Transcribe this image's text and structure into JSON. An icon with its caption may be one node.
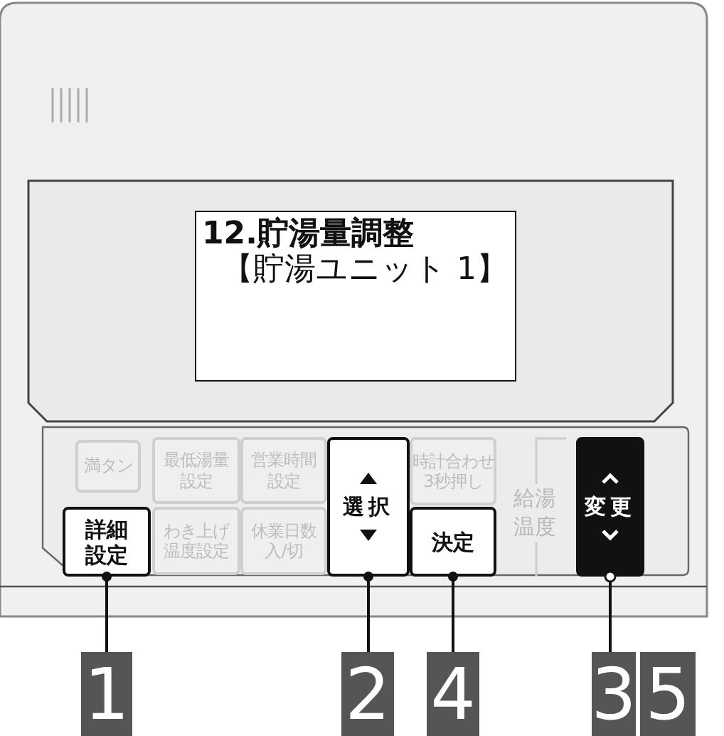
{
  "diagram": {
    "nodes": [
      {
        "text": [
          "12.貯湯量調整",
          "【貯湯ユニット 1】"
        ]
      },
      {
        "text": [
          "満タン"
        ]
      },
      {
        "text": [
          "最低湯量設定"
        ]
      },
      {
        "text": [
          "営業時間設定"
        ]
      },
      {
        "text": [
          "時計合わせ3秒押し"
        ]
      },
      {
        "text": [
          "詳細設定"
        ]
      },
      {
        "text": [
          "わき上げ温度設定"
        ]
      },
      {
        "text": [
          "休業日数入/切"
        ]
      },
      {
        "text": [
          "選択"
        ]
      },
      {
        "text": [
          "決定"
        ]
      },
      {
        "text": [
          "変更"
        ]
      },
      {
        "text": [
          "1"
        ]
      },
      {
        "text": [
          "2"
        ]
      },
      {
        "text": [
          "4"
        ]
      },
      {
        "text": [
          "3"
        ]
      },
      {
        "text": [
          "5"
        ]
      }
    ],
    "edges": [
      {
        "from": 11,
        "to": 5,
        "arrow": "other"
      },
      {
        "from": 12,
        "to": 8,
        "arrow": "other"
      },
      {
        "from": 13,
        "to": 9,
        "arrow": "other"
      },
      {
        "from": 14,
        "to": 10,
        "arrow": "other"
      }
    ],
    "labels": [
      "給湯温度"
    ]
  }
}
